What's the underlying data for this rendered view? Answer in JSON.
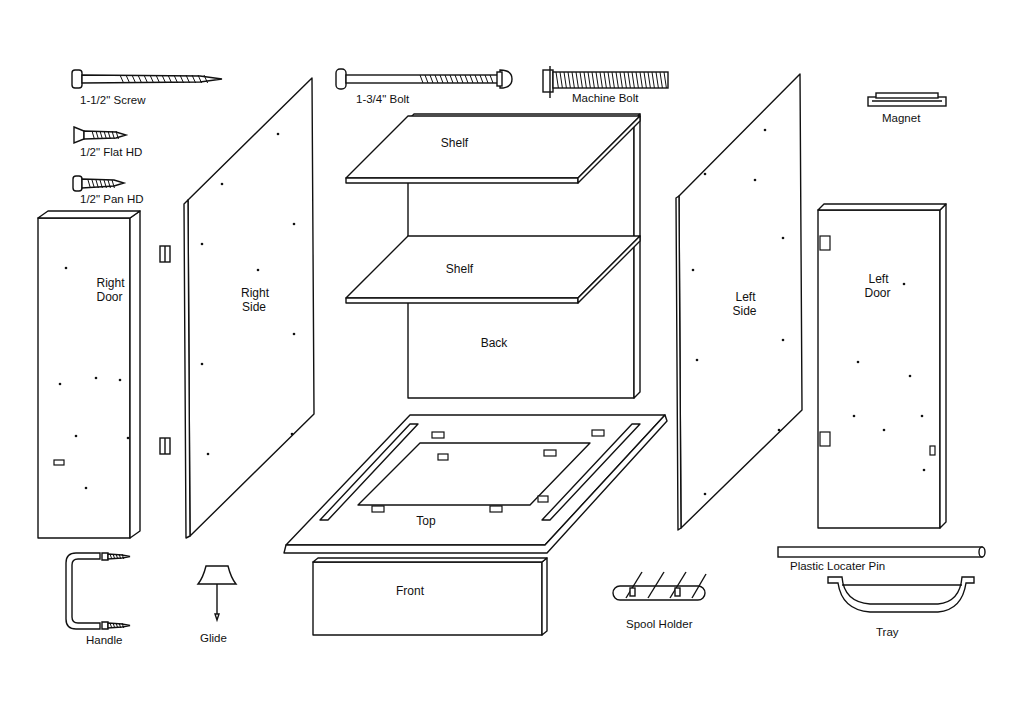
{
  "diagram": {
    "nodes": [
      {
        "text": [
          "Right Door"
        ]
      },
      {
        "text": [
          "Right Side"
        ]
      },
      {
        "text": [
          "Shelf"
        ]
      },
      {
        "text": [
          "Shelf"
        ]
      },
      {
        "text": [
          "Back"
        ]
      },
      {
        "text": [
          "Top"
        ]
      },
      {
        "text": [
          "Front"
        ]
      },
      {
        "text": [
          "Left Side"
        ]
      },
      {
        "text": [
          "Left Door"
        ]
      }
    ],
    "labels": [
      "1-1/2\" Screw",
      "1/2\" Flat HD",
      "1/2\" Pan HD",
      "1-3/4\" Bolt",
      "Machine Bolt",
      "Magnet",
      "Handle",
      "Glide",
      "Spool Holder",
      "Plastic Locater Pin",
      "Tray"
    ]
  }
}
